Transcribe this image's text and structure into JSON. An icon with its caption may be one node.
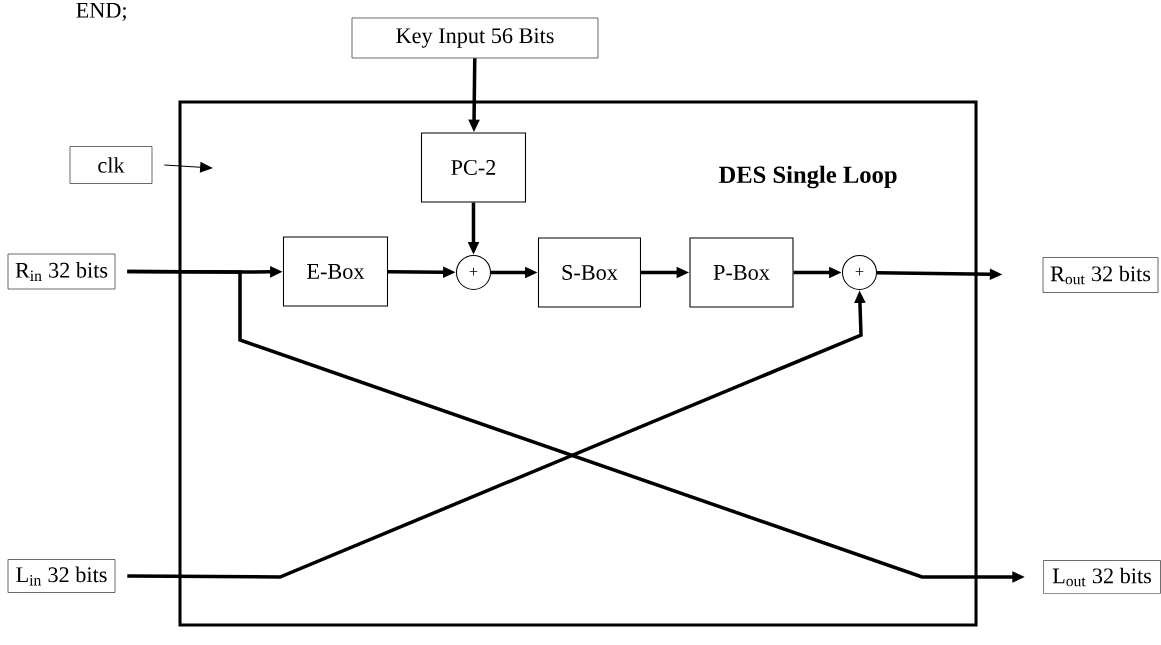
{
  "diagram": {
    "nodes": [
      {
        "text": [
          "Key Input 56 Bits"
        ]
      },
      {
        "text": [
          "DES Single Loop"
        ]
      },
      {
        "text": [
          "clk"
        ]
      },
      {
        "text": [
          "PC-2"
        ],
        "in": 1
      },
      {
        "text": [
          "E-Box"
        ],
        "in": 1
      },
      {
        "text": [
          "+"
        ],
        "in": 1
      },
      {
        "text": [
          "S-Box"
        ],
        "in": 1
      },
      {
        "text": [
          "P-Box"
        ],
        "in": 1
      },
      {
        "text": [
          "+"
        ],
        "in": 1
      },
      {
        "text": [
          "R$_{in}$ 32 bits"
        ]
      },
      {
        "text": [
          "R$_{out}$ 32 bits"
        ]
      },
      {
        "text": [
          "L$_{in}$ 32 bits"
        ]
      },
      {
        "text": [
          "L$_{out}$ 32 bits"
        ]
      }
    ],
    "edges": [
      {
        "from": 0,
        "to": 3,
        "arrow": "to"
      },
      {
        "from": 2,
        "to": null,
        "arrow": "to"
      },
      {
        "from": 3,
        "to": 5,
        "arrow": "to"
      },
      {
        "from": 9,
        "to": 4,
        "arrow": "to"
      },
      {
        "from": 4,
        "to": 5,
        "arrow": "to"
      },
      {
        "from": 5,
        "to": 6,
        "arrow": "to"
      },
      {
        "from": 6,
        "to": 7,
        "arrow": "to"
      },
      {
        "from": 7,
        "to": 8,
        "arrow": "to"
      },
      {
        "from": 8,
        "to": 10,
        "arrow": "to"
      },
      {
        "from": 9,
        "to": 12,
        "arrow": "to"
      },
      {
        "from": 11,
        "to": 8,
        "arrow": "to"
      }
    ],
    "labels": [
      "END;"
    ]
  }
}
